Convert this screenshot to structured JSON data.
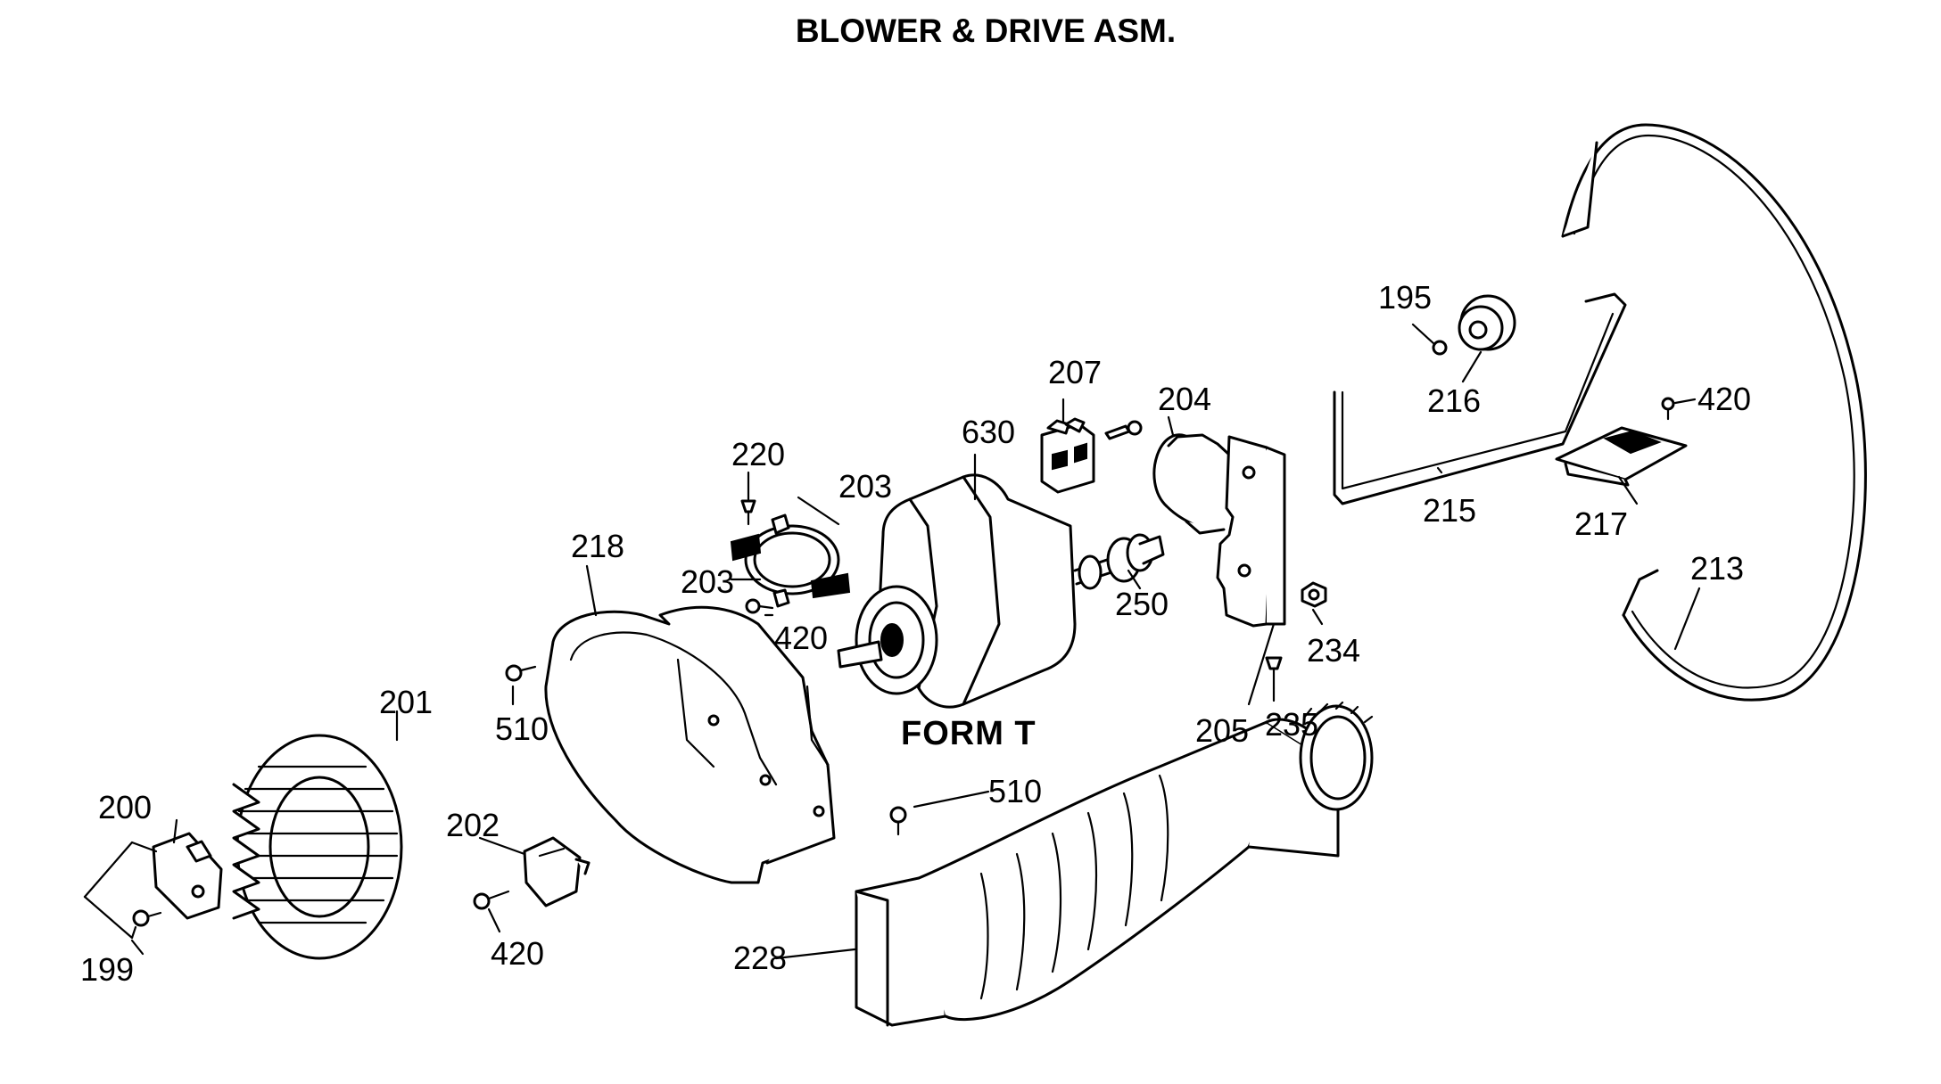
{
  "title": "BLOWER & DRIVE ASM.",
  "form_label": "FORM T",
  "callouts": {
    "c195": "195",
    "c199": "199",
    "c200": "200",
    "c201": "201",
    "c202": "202",
    "c203a": "203",
    "c203b": "203",
    "c204": "204",
    "c205": "205",
    "c207": "207",
    "c213": "213",
    "c215": "215",
    "c216": "216",
    "c217": "217",
    "c218": "218",
    "c220": "220",
    "c228": "228",
    "c234": "234",
    "c235": "235",
    "c250": "250",
    "c420a": "420",
    "c420b": "420",
    "c420c": "420",
    "c510a": "510",
    "c510b": "510",
    "c630": "630"
  }
}
